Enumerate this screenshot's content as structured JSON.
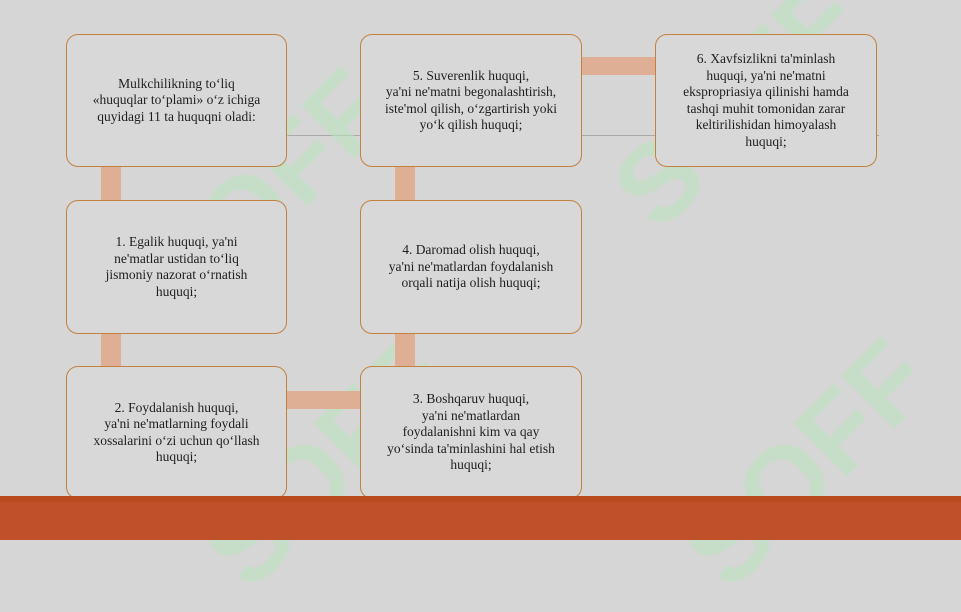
{
  "diagram": {
    "boxes": [
      {
        "id": "intro",
        "text": "Mulkchilikning to‘liq\n«huquqlar to‘plami» o‘z ichiga\nquyidagi 11 ta huquqni oladi:"
      },
      {
        "id": "right1",
        "text": "1.            Egalik huquqi, ya'ni\nne'matlar ustidan to‘liq\njismoniy nazorat o‘rnatish\nhuquqi;"
      },
      {
        "id": "right2",
        "text": "2.            Foydalanish huquqi,\nya'ni ne'matlarning foydali\nxossalarini o‘zi uchun qo‘llash\nhuquqi;"
      },
      {
        "id": "right3",
        "text": "3.            Boshqaruv huquqi,\nya'ni ne'matlardan\nfoydalanishni kim va qay\nyo‘sinda ta'minlashini hal etish\nhuquqi;"
      },
      {
        "id": "right4",
        "text": "4.            Daromad olish huquqi,\nya'ni ne'matlardan foydalanish\norqali natija olish huquqi;"
      },
      {
        "id": "right5",
        "text": "5.            Suverenlik huquqi,\nya'ni ne'matni begonalashtirish,\niste'mol qilish, o‘zgartirish yoki\nyo‘k qilish huquqi;"
      },
      {
        "id": "right6",
        "text": "6.            Xavfsizlikni ta'minlash\nhuquqi, ya'ni ne'matni\nekspropriasiya qilinishi hamda\ntashqi muhit tomonidan zarar\nkeltirilishidan himoyalash\nhuquqi;"
      }
    ],
    "watermark_text": "SOFF",
    "colors": {
      "box_border": "#c1823f",
      "connector": "#deae95",
      "footer": "#c0502a",
      "background": "#d6d6d6"
    }
  }
}
